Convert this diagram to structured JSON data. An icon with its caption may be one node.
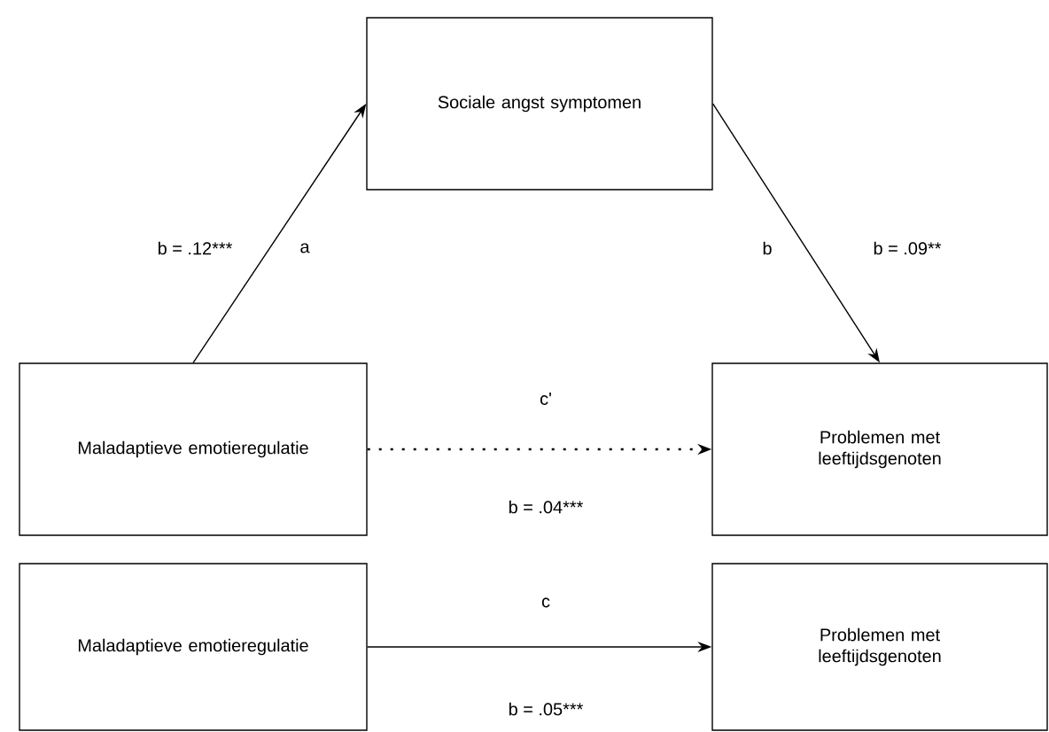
{
  "diagram": {
    "nodes": [
      {
        "text": [
          "Sociale angst symptomen"
        ]
      },
      {
        "text": [
          "Maladaptieve emotieregulatie"
        ]
      },
      {
        "text": [
          "Problemen met leeftijdsgenoten"
        ]
      },
      {
        "text": [
          "Maladaptieve emotieregulatie"
        ]
      },
      {
        "text": [
          "Problemen met leeftijdsgenoten"
        ]
      }
    ],
    "edges": [
      {
        "from": 1,
        "to": 0,
        "arrow": "to",
        "label": "a"
      },
      {
        "from": 0,
        "to": 2,
        "arrow": "to",
        "label": "b"
      },
      {
        "from": 1,
        "to": 2,
        "arrow": "to",
        "label": "c'",
        "style": "dashed"
      },
      {
        "from": 3,
        "to": 4,
        "arrow": "to",
        "label": "c"
      }
    ],
    "labels": [
      "b = .12***",
      "b = .09**",
      "b = .04***",
      "b = .05***"
    ]
  }
}
